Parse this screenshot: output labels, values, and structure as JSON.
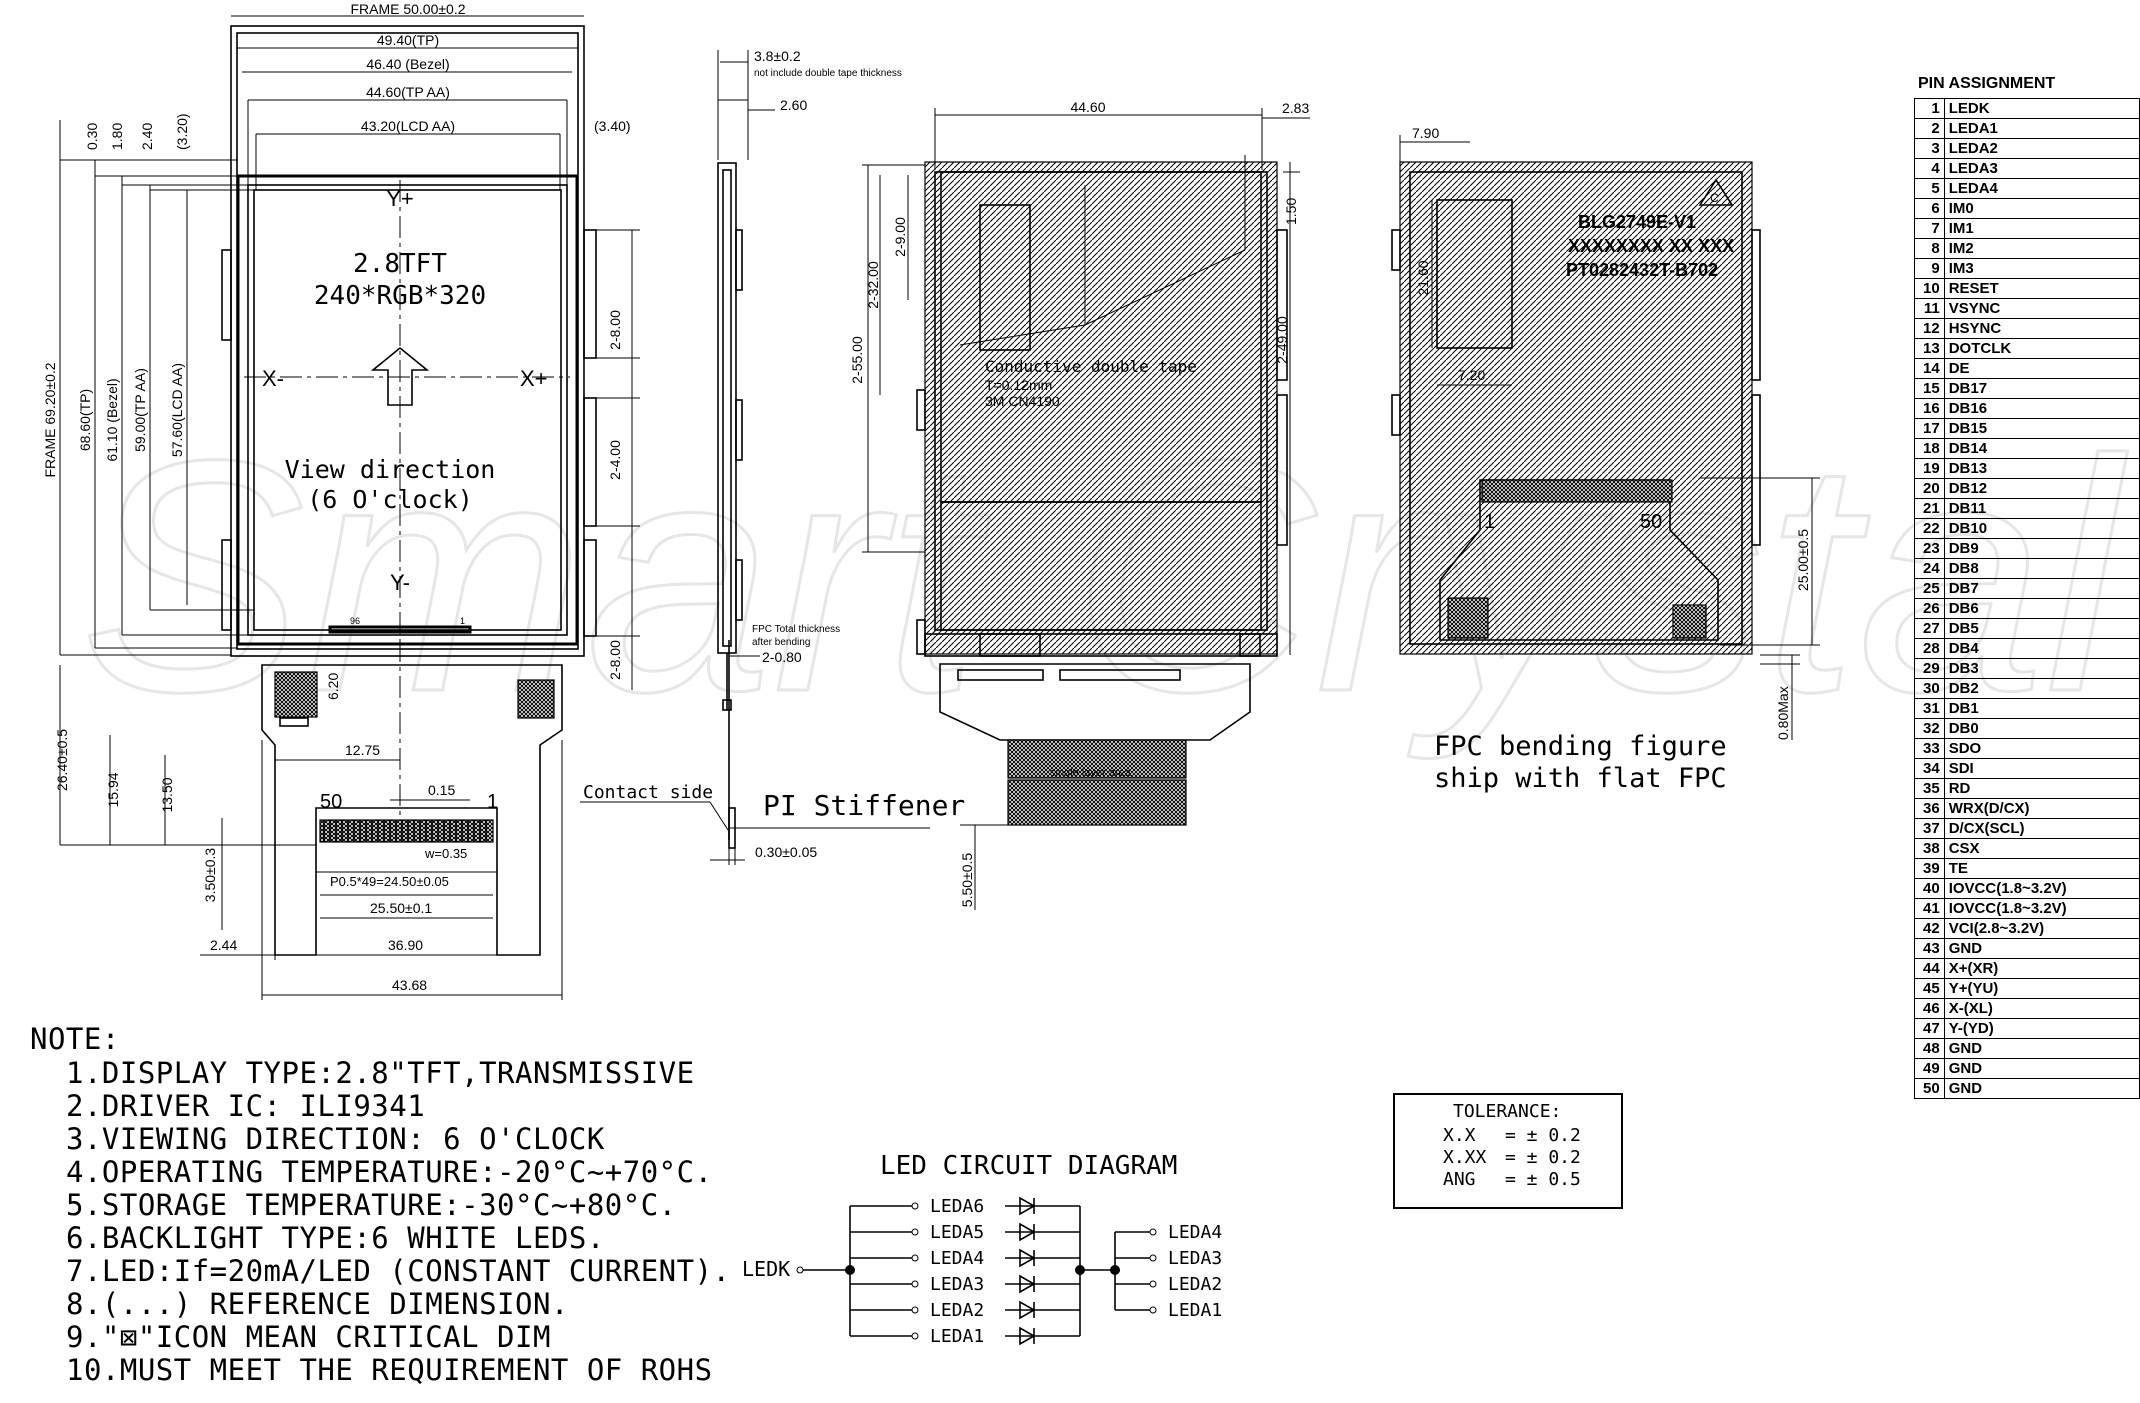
{
  "front_view": {
    "frame_width": "FRAME 50.00±0.2",
    "tp_width": "49.40(TP)",
    "bezel_width": "46.40 (Bezel)",
    "tp_aa_width": "44.60(TP AA)",
    "lcd_aa_width": "43.20(LCD AA)",
    "right_offset": "(3.40)",
    "top_offsets": [
      "0.30",
      "1.80",
      "2.40",
      "(3.20)"
    ],
    "frame_height": "FRAME 69.20±0.2",
    "tp_height": "68.60(TP)",
    "bezel_height": "61.10 (Bezel)",
    "tp_aa_height": "59.00(TP AA)",
    "lcd_aa_height": "57.60(LCD AA)",
    "display_line1": "2.8TFT",
    "display_line2": "240*RGB*320",
    "axis_y_top": "Y+",
    "axis_y_bottom": "Y-",
    "axis_x_left": "X-",
    "axis_x_right": "X+",
    "view_line1": "View direction",
    "view_line2": "(6 O'clock)",
    "tick_labels": [
      "2-8.00",
      "2-4.00",
      "2-8.00"
    ],
    "pin_labels_top": [
      "96",
      "1"
    ],
    "fpc_height_dim": "26.40±0.5",
    "fpc_dim_1594": "15.94",
    "fpc_dim_1350": "13.50",
    "fpc_dim_1275": "12.75",
    "fpc_dim_015": "0.15",
    "fpc_dim_620": "6.20",
    "pin_50": "50",
    "pin_1": "1",
    "pin_width": "w=0.35",
    "pitch": "P0.5*49=24.50±0.05",
    "finger_width": "25.50±0.1",
    "finger_length": "3.50±0.3",
    "dim_244": "2.44",
    "dim_3690": "36.90",
    "dim_4368": "43.68"
  },
  "side_view": {
    "thickness": "3.8±0.2",
    "thickness_note": "not include double tape thickness",
    "dim_260": "2.60",
    "fpc_note_1": "FPC Total thickness",
    "fpc_note_2": "after bending",
    "fpc_thickness": "2-0.80",
    "contact_side": "Contact side",
    "stiffener": "PI Stiffener",
    "stiffener_thickness": "0.30±0.05"
  },
  "back_view": {
    "width": "44.60",
    "dim_283": "2.83",
    "dim_150": "1.50",
    "dim_2_32": "2-32.00",
    "dim_2_9": "2-9.00",
    "dim_2_55": "2-55.00",
    "dim_2_49": "2-49.00",
    "tape_line1": "Conductive double tape",
    "tape_line2": "T=0.12mm",
    "tape_line3": "3M CN4190",
    "single_layer": "single layer area",
    "dim_550": "5.50±0.5"
  },
  "fpc_view": {
    "dim_790": "7.90",
    "dim_2160": "21.60",
    "dim_720": "7.20",
    "label_line1": "BLG2749E-V1",
    "label_line2": "XXXXXXXX XX XXX",
    "label_line3": "PT0282432T-B702",
    "cert_mark": "C",
    "pin_1": "1",
    "pin_50": "50",
    "dim_2500": "25.00±0.5",
    "dim_080": "0.80Max",
    "caption_line1": "FPC bending figure",
    "caption_line2": "ship with flat FPC"
  },
  "watermark": "Smart Crystal",
  "notes": {
    "title": "NOTE:",
    "items": [
      "1.DISPLAY TYPE:2.8\"TFT,TRANSMISSIVE",
      "2.DRIVER IC: ILI9341",
      "3.VIEWING DIRECTION: 6 O'CLOCK",
      "4.OPERATING TEMPERATURE:-20°C~+70°C.",
      "5.STORAGE TEMPERATURE:-30°C~+80°C.",
      "6.BACKLIGHT TYPE:6 WHITE LEDS.",
      "7.LED:If=20mA/LED (CONSTANT CURRENT).",
      "8.(...) REFERENCE DIMENSION.",
      "9.\"⊠\"ICON MEAN CRITICAL DIM",
      "10.MUST MEET THE REQUIREMENT OF ROHS"
    ]
  },
  "led_circuit": {
    "title": "LED CIRCUIT DIAGRAM",
    "cathode": "LEDK",
    "left": [
      "LEDA6",
      "LEDA5",
      "LEDA4",
      "LEDA3",
      "LEDA2",
      "LEDA1"
    ],
    "right": [
      "LEDA4",
      "LEDA3",
      "LEDA2",
      "LEDA1"
    ]
  },
  "tolerance": {
    "title": "TOLERANCE:",
    "rows": [
      {
        "k": "X.X",
        "v": "= ± 0.2"
      },
      {
        "k": "X.XX",
        "v": "= ± 0.2"
      },
      {
        "k": "ANG",
        "v": "= ± 0.5"
      }
    ]
  },
  "pin_assignment": {
    "title": "PIN ASSIGNMENT",
    "pins": [
      {
        "n": "1",
        "s": "LEDK"
      },
      {
        "n": "2",
        "s": "LEDA1"
      },
      {
        "n": "3",
        "s": "LEDA2"
      },
      {
        "n": "4",
        "s": "LEDA3"
      },
      {
        "n": "5",
        "s": "LEDA4"
      },
      {
        "n": "6",
        "s": "IM0"
      },
      {
        "n": "7",
        "s": "IM1"
      },
      {
        "n": "8",
        "s": "IM2"
      },
      {
        "n": "9",
        "s": "IM3"
      },
      {
        "n": "10",
        "s": "RESET"
      },
      {
        "n": "11",
        "s": "VSYNC"
      },
      {
        "n": "12",
        "s": "HSYNC"
      },
      {
        "n": "13",
        "s": "DOTCLK"
      },
      {
        "n": "14",
        "s": "DE"
      },
      {
        "n": "15",
        "s": "DB17"
      },
      {
        "n": "16",
        "s": "DB16"
      },
      {
        "n": "17",
        "s": "DB15"
      },
      {
        "n": "18",
        "s": "DB14"
      },
      {
        "n": "19",
        "s": "DB13"
      },
      {
        "n": "20",
        "s": "DB12"
      },
      {
        "n": "21",
        "s": "DB11"
      },
      {
        "n": "22",
        "s": "DB10"
      },
      {
        "n": "23",
        "s": "DB9"
      },
      {
        "n": "24",
        "s": "DB8"
      },
      {
        "n": "25",
        "s": "DB7"
      },
      {
        "n": "26",
        "s": "DB6"
      },
      {
        "n": "27",
        "s": "DB5"
      },
      {
        "n": "28",
        "s": "DB4"
      },
      {
        "n": "29",
        "s": "DB3"
      },
      {
        "n": "30",
        "s": "DB2"
      },
      {
        "n": "31",
        "s": "DB1"
      },
      {
        "n": "32",
        "s": "DB0"
      },
      {
        "n": "33",
        "s": "SDO"
      },
      {
        "n": "34",
        "s": "SDI"
      },
      {
        "n": "35",
        "s": "RD"
      },
      {
        "n": "36",
        "s": "WRX(D/CX)"
      },
      {
        "n": "37",
        "s": "D/CX(SCL)"
      },
      {
        "n": "38",
        "s": "CSX"
      },
      {
        "n": "39",
        "s": "TE"
      },
      {
        "n": "40",
        "s": "IOVCC(1.8~3.2V)"
      },
      {
        "n": "41",
        "s": "IOVCC(1.8~3.2V)"
      },
      {
        "n": "42",
        "s": "VCI(2.8~3.2V)"
      },
      {
        "n": "43",
        "s": "GND"
      },
      {
        "n": "44",
        "s": "X+(XR)"
      },
      {
        "n": "45",
        "s": "Y+(YU)"
      },
      {
        "n": "46",
        "s": "X-(XL)"
      },
      {
        "n": "47",
        "s": "Y-(YD)"
      },
      {
        "n": "48",
        "s": "GND"
      },
      {
        "n": "49",
        "s": "GND"
      },
      {
        "n": "50",
        "s": "GND"
      }
    ]
  }
}
